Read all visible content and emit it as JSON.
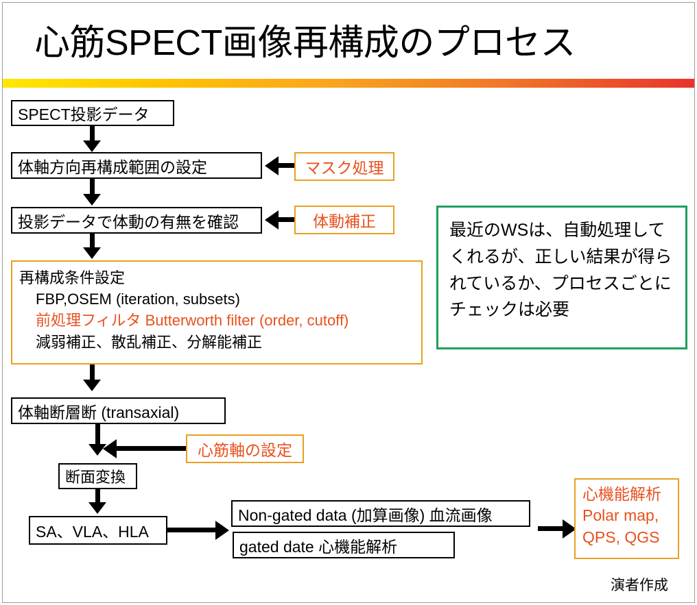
{
  "slide": {
    "title": "心筋SPECT画像再構成のプロセス",
    "credit": "演者作成",
    "accent_gradient_start": "#FFE800",
    "accent_gradient_end": "#E8342A",
    "orange_border": "#E8A020",
    "orange_text": "#E8511E",
    "green_border": "#1E9E5A"
  },
  "flow": {
    "spect_data": "SPECT投影データ",
    "axial_range": "体軸方向再構成範囲の設定",
    "motion_check": "投影データで体動の有無を確認",
    "recon": {
      "heading": "再構成条件設定",
      "line_fbp": "FBP,OSEM (iteration, subsets)",
      "line_filter": "前処理フィルタ  Butterworth filter (order, cutoff)",
      "line_corrections": "減弱補正、散乱補正、分解能補正"
    },
    "transaxial": "体軸断層断 (transaxial)",
    "slice_convert": "断面変換",
    "sa_vla_hla": "SA、VLA、HLA",
    "non_gated": "Non-gated data (加算画像) 血流画像",
    "gated": "gated date   心機能解析"
  },
  "annotations": {
    "mask": "マスク処理",
    "motion_correction": "体動補正",
    "cardiac_axis": "心筋軸の設定"
  },
  "result": {
    "line1": "心機能解析",
    "line2": "Polar map,",
    "line3": "QPS, QGS"
  },
  "note": {
    "line1": "最近のWSは、自動処理して",
    "line2": "くれるが、正しい結果が得ら",
    "line3": "れているか、プロセスごとに",
    "line4": "チェックは必要"
  }
}
